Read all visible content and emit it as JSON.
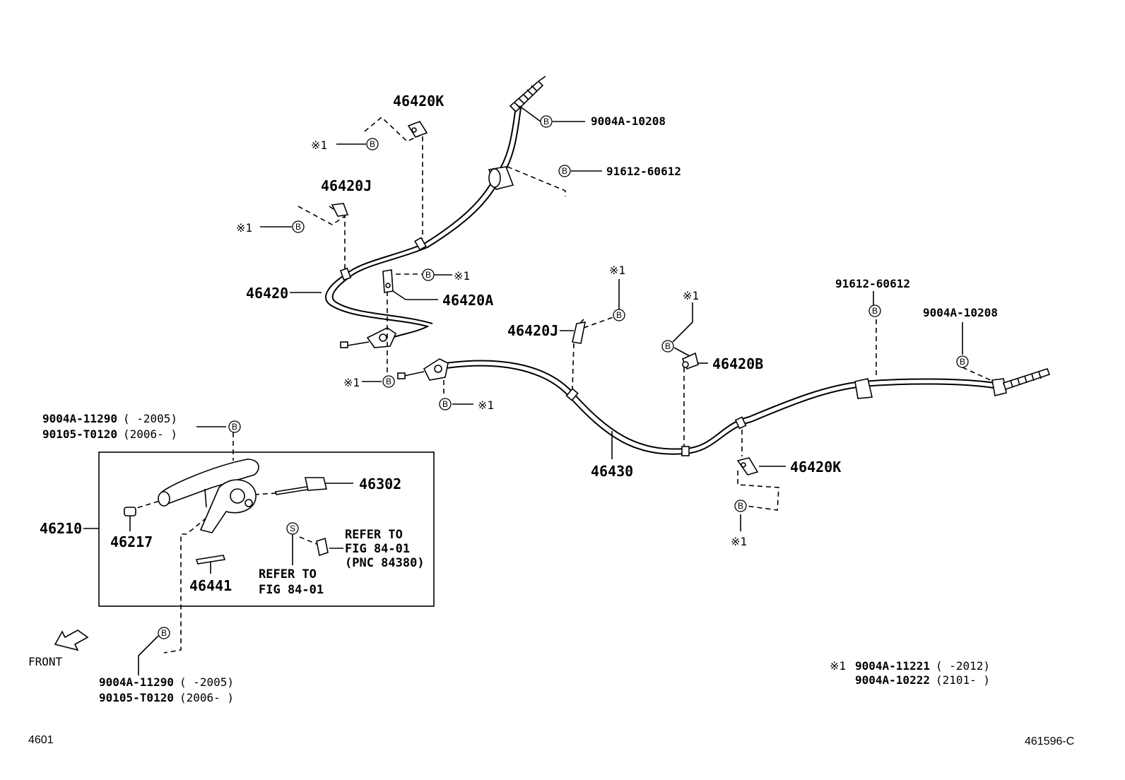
{
  "diagram": {
    "callouts": {
      "p46420K_top": "46420K",
      "p9004A_10208_top": "9004A-10208",
      "p91612_60612_top": "91612-60612",
      "p46420J_top": "46420J",
      "p46420": "46420",
      "p46420A": "46420A",
      "p46420J_mid": "46420J",
      "p46420B": "46420B",
      "p91612_60612_right": "91612-60612",
      "p9004A_10208_right": "9004A-10208",
      "p46430": "46430",
      "p46420K_right": "46420K",
      "p46302": "46302",
      "p46210": "46210",
      "p46217": "46217",
      "p46441": "46441"
    },
    "mark1": "※1",
    "badge_b": "B",
    "badge_s": "S",
    "bolt_top_left": {
      "line1_part": "9004A-11290",
      "line1_range": "(      -2005)",
      "line2_part": "90105-T0120",
      "line2_range": "(2006-      )"
    },
    "bolt_bottom_left": {
      "line1_part": "9004A-11290",
      "line1_range": "(      -2005)",
      "line2_part": "90105-T0120",
      "line2_range": "(2006-      )"
    },
    "refer_a": {
      "line1": "REFER TO",
      "line2": "FIG 84-01",
      "line3": "(PNC 84380)"
    },
    "refer_b": {
      "line1": "REFER TO",
      "line2": "FIG 84-01"
    },
    "front_label": "FRONT",
    "footnote": {
      "mark": "※1",
      "line1_part": "9004A-11221",
      "line1_range": "(      -2012)",
      "line2_part": "9004A-10222",
      "line2_range": "(2101-      )"
    },
    "page_code": "4601",
    "figure_code": "461596-C"
  }
}
